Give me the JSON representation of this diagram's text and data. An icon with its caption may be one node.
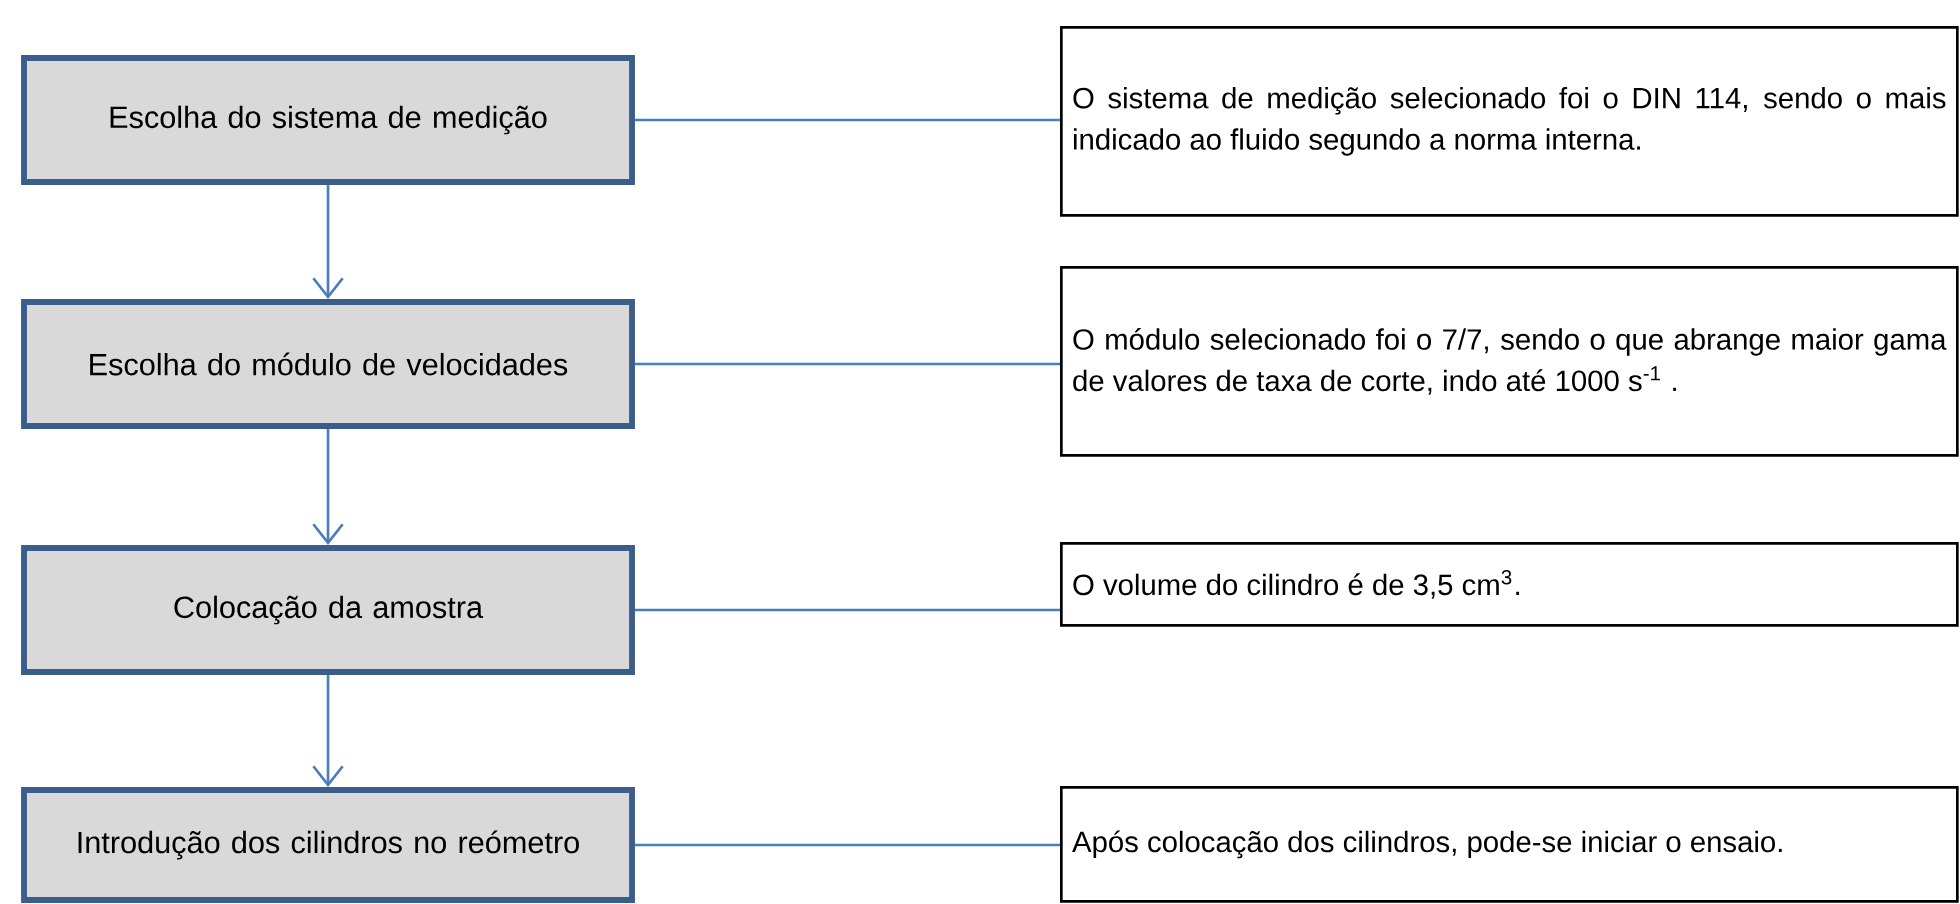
{
  "diagram": {
    "nodes": [
      {
        "text": [
          "Escolha do sistema de medição"
        ]
      },
      {
        "text": [
          "O sistema de medição selecionado foi o DIN 114, sendo o mais indicado ao fluido segundo a norma interna."
        ]
      },
      {
        "text": [
          "Escolha do módulo de velocidades"
        ]
      },
      {
        "text": [
          "O módulo selecionado foi o 7/7, sendo o que abrange maior gama de valores de taxa de corte, indo até 1000 s$^{-1}$ ."
        ]
      },
      {
        "text": [
          "Colocação da amostra"
        ]
      },
      {
        "text": [
          "O volume do cilindro é de 3,5 cm$^{3}$."
        ]
      },
      {
        "text": [
          "Introdução dos cilindros no reómetro"
        ]
      },
      {
        "text": [
          "Após colocação dos cilindros, pode-se iniciar o ensaio."
        ]
      }
    ],
    "edges": [
      {
        "from": 0,
        "to": 2,
        "arrow": "to"
      },
      {
        "from": 2,
        "to": 4,
        "arrow": "to"
      },
      {
        "from": 4,
        "to": 6,
        "arrow": "to"
      },
      {
        "from": 0,
        "to": 1,
        "arrow": "none"
      },
      {
        "from": 2,
        "to": 3,
        "arrow": "none"
      },
      {
        "from": 4,
        "to": 5,
        "arrow": "none"
      },
      {
        "from": 6,
        "to": 7,
        "arrow": "none"
      }
    ]
  }
}
